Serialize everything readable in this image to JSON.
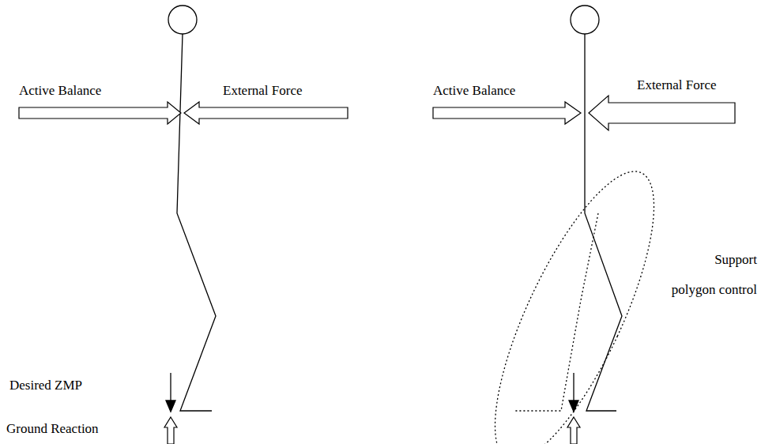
{
  "diagram": {
    "labels": [
      "Active Balance",
      "External Force",
      "Desired ZMP",
      "Ground Reaction",
      "Active Balance",
      "External Force",
      "Support polygon control"
    ]
  }
}
